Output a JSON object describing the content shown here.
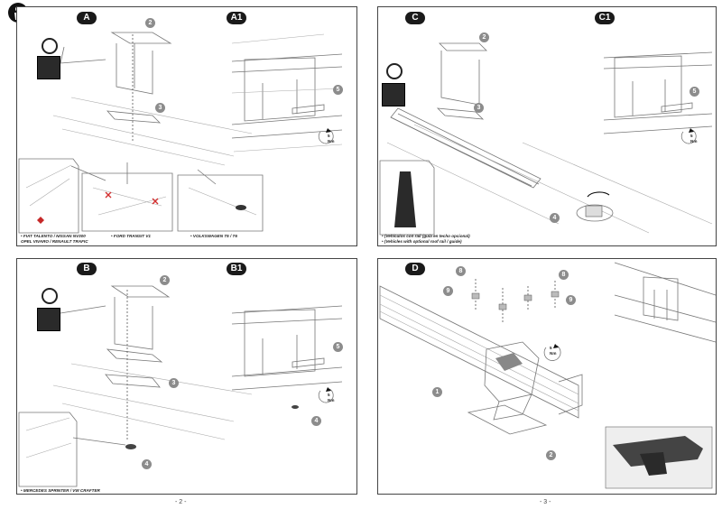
{
  "panels": {
    "A": {
      "label": "A",
      "sub_label": "A1"
    },
    "B": {
      "label": "B",
      "sub_label": "B1"
    },
    "C": {
      "label": "C",
      "sub_label": "C1"
    },
    "D": {
      "label": "D"
    }
  },
  "callouts": {
    "A": [
      "2",
      "3",
      "5"
    ],
    "B": [
      "2",
      "3",
      "5",
      "4",
      "4"
    ],
    "C": [
      "2",
      "3",
      "5",
      "4"
    ],
    "D": [
      "8",
      "8",
      "9",
      "9",
      "1",
      "2"
    ]
  },
  "torque": {
    "value": "5",
    "unit": "Nm"
  },
  "captions": {
    "A_left_1": "• FIAT TALENTO / NISSAN NV300",
    "A_left_2": "OPEL VIVARO / RENAULT TRAFIC",
    "A_mid": "• FORD TRANSIT V1",
    "A_right": "• VOLKSWAGEN T5 / T6",
    "B_left": "• MERCEDES SPRINTER / VW CRAFTER",
    "C_1": "• (Vehículos con raíl (guía en techo opcional)",
    "C_2": "• (Vehicles with optional roof rail / guide)"
  },
  "pages": {
    "left": "- 2 -",
    "right": "- 3 -"
  },
  "colors": {
    "badge": "#1a1a1a",
    "callout": "#8c8c8c",
    "warning_x": "#d32f2f"
  },
  "icons": [
    "logo-figure-icon",
    "torque-wrench-icon",
    "rotate-arrow-icon",
    "warning-x-icon",
    "tool-box-icon"
  ]
}
